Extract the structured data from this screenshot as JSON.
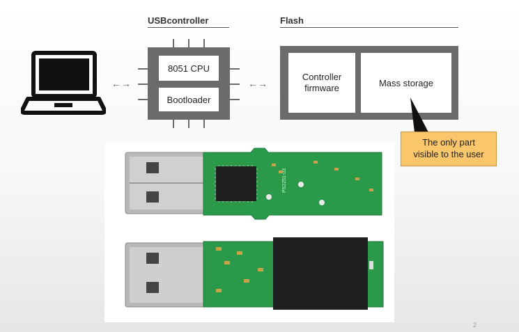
{
  "headings": {
    "usb_controller": "USBcontroller",
    "flash": "Flash"
  },
  "usb_controller": {
    "cpu_label": "8051 CPU",
    "bootloader_label": "Bootloader"
  },
  "flash": {
    "firmware_label_line1": "Controller",
    "firmware_label_line2": "firmware",
    "mass_storage_label": "Mass storage"
  },
  "callout": {
    "line1": "The only part",
    "line2": "visible to the user"
  },
  "photo": {
    "chip_marking": "PS2251-03"
  },
  "icons": [
    "laptop-icon",
    "double-arrow-icon"
  ],
  "colors": {
    "block_gray": "#6b6b6b",
    "callout_fill": "#fac66b",
    "pcb_green": "#2a9a4a"
  },
  "page_number": "2"
}
